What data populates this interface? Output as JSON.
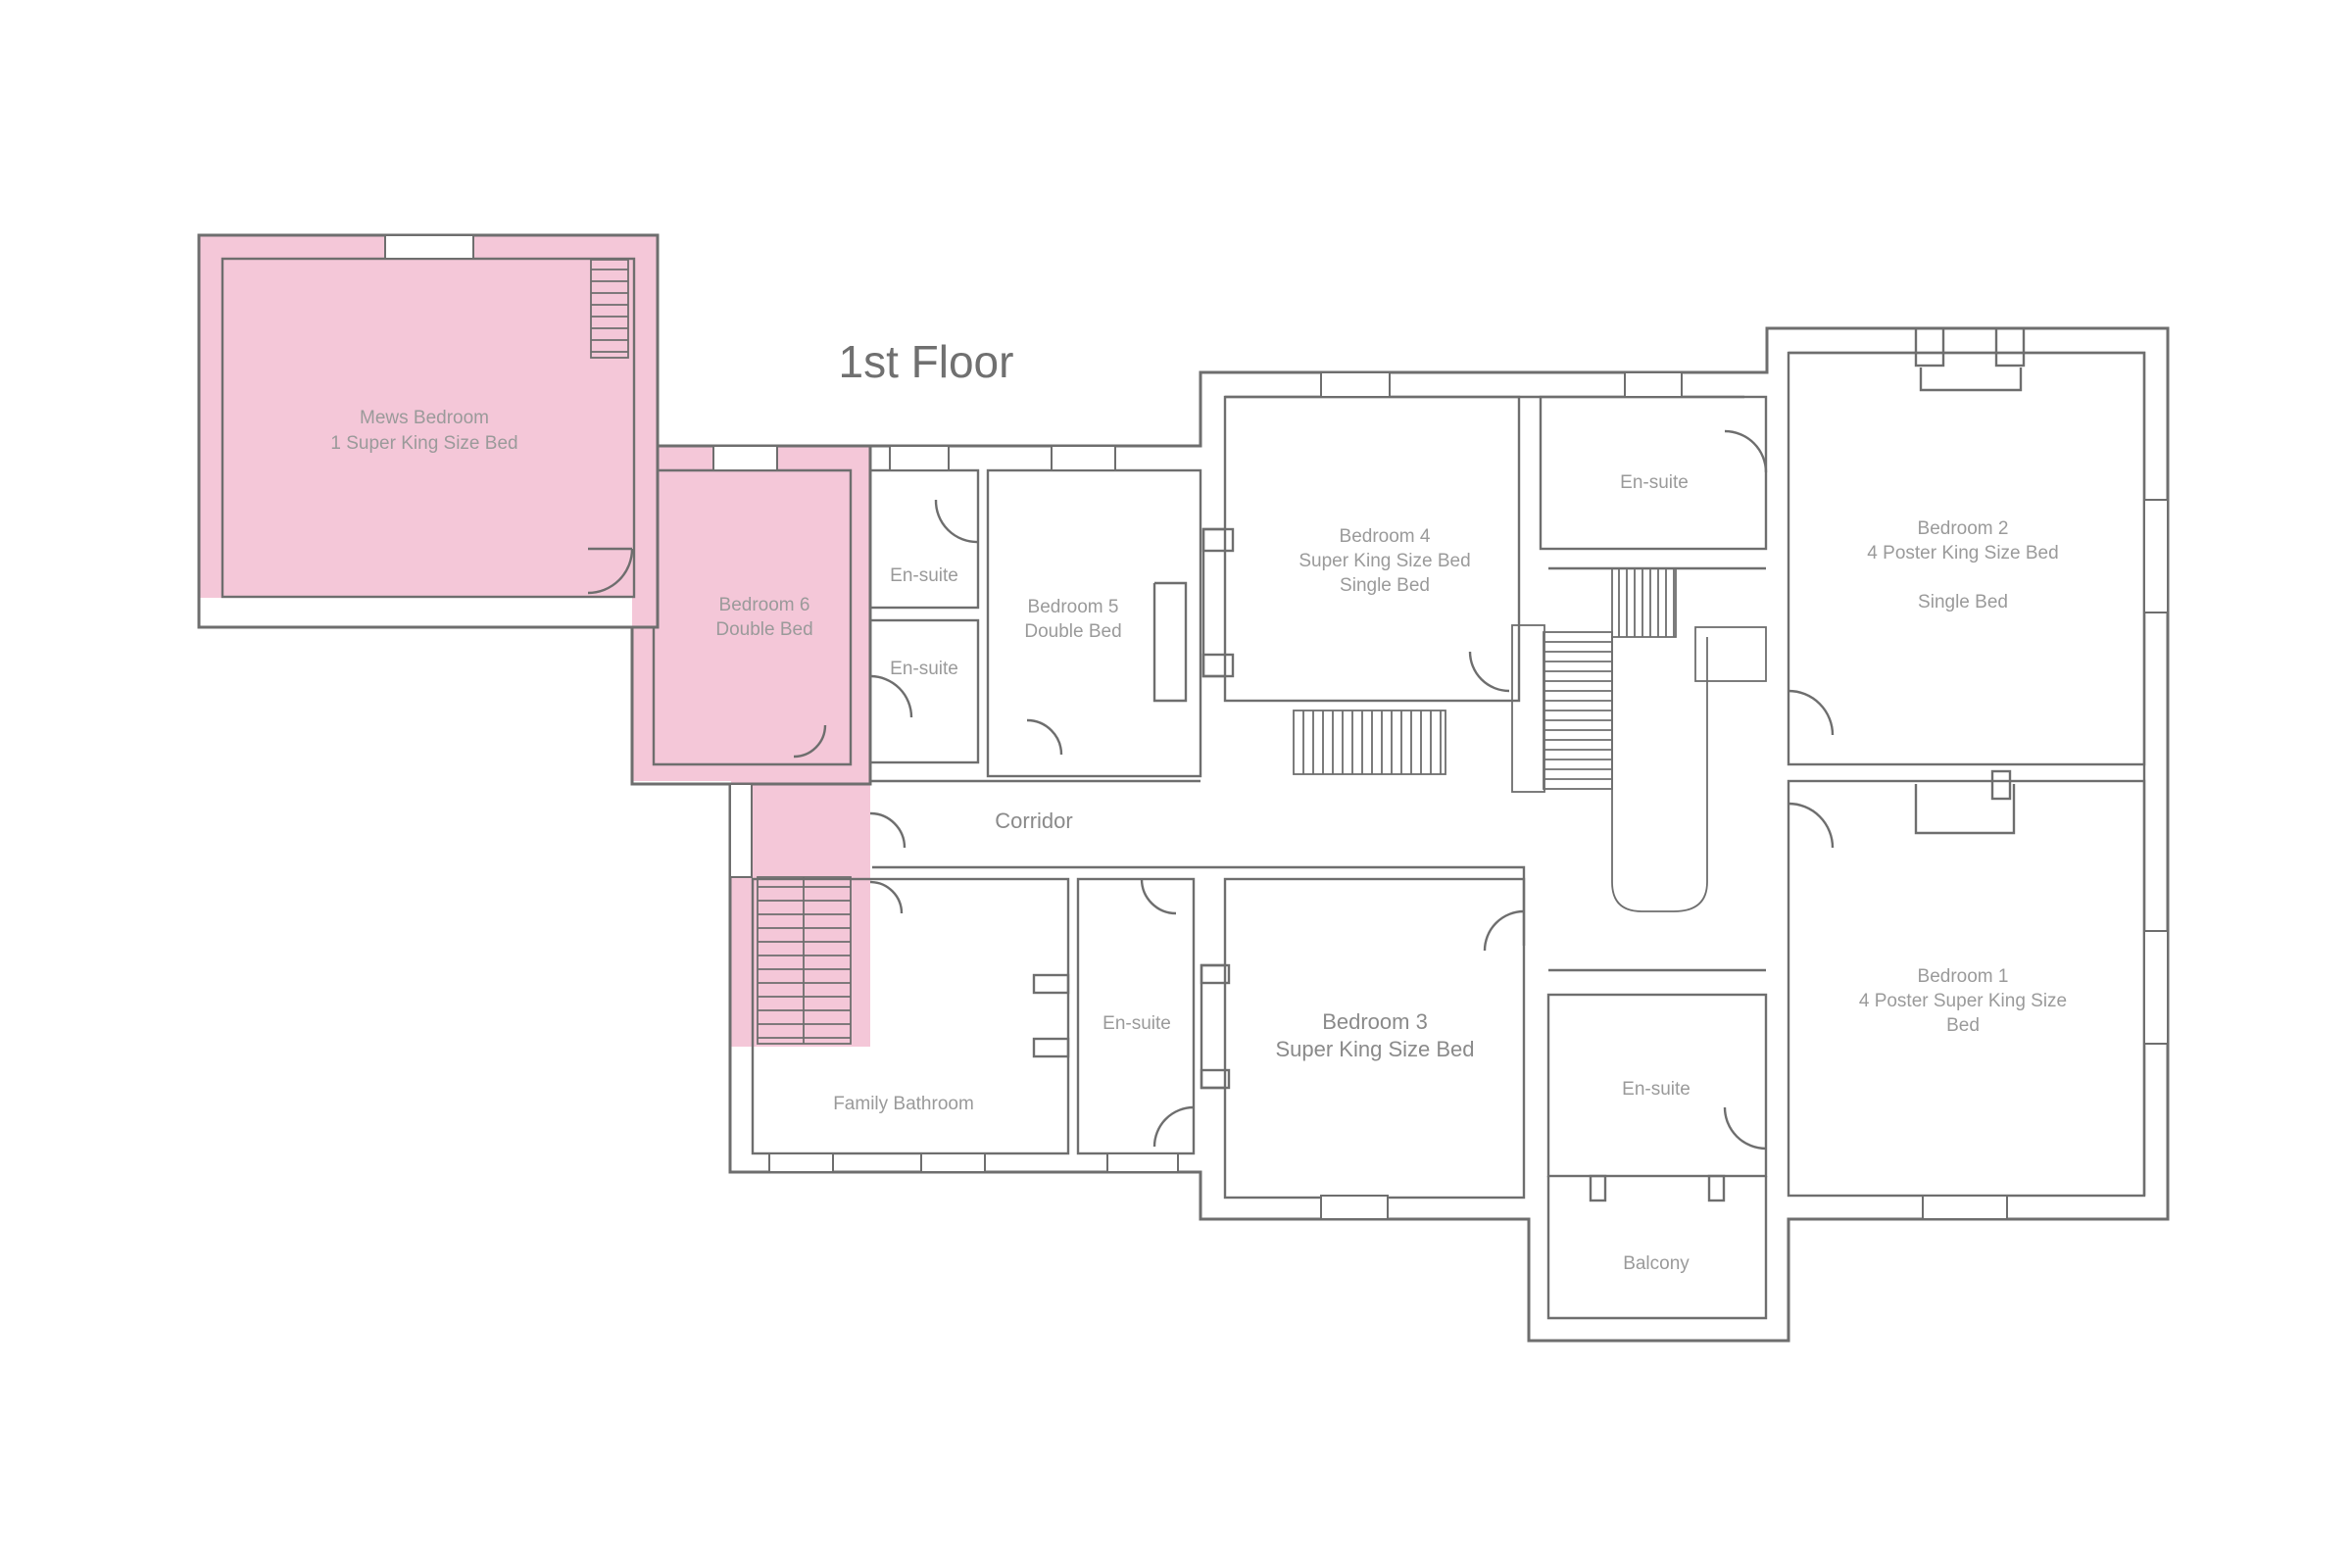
{
  "title": "1st Floor",
  "colors": {
    "highlight": "#f4c7d8",
    "wall": "#6e6e6e",
    "label": "#9a9a9a"
  },
  "rooms": {
    "mews": {
      "line1": "Mews Bedroom",
      "line2": "1 Super King Size Bed"
    },
    "bedroom6": {
      "line1": "Bedroom 6",
      "line2": "Double Bed"
    },
    "ensuite_b6a": "En-suite",
    "ensuite_b6b": "En-suite",
    "bedroom5": {
      "line1": "Bedroom 5",
      "line2": "Double Bed"
    },
    "bedroom4": {
      "line1": "Bedroom 4",
      "line2": "Super King Size Bed",
      "line3": "Single Bed"
    },
    "ensuite_b4": "En-suite",
    "bedroom2": {
      "line1": "Bedroom 2",
      "line2": "4 Poster King Size Bed",
      "line3": "Single Bed"
    },
    "corridor": "Corridor",
    "family_bathroom": "Family Bathroom",
    "ensuite_b3": "En-suite",
    "bedroom3": {
      "line1": "Bedroom 3",
      "line2": "Super King Size Bed"
    },
    "ensuite_b1": "En-suite",
    "balcony": "Balcony",
    "bedroom1": {
      "line1": "Bedroom 1",
      "line2": "4 Poster Super King Size",
      "line3": "Bed"
    }
  }
}
